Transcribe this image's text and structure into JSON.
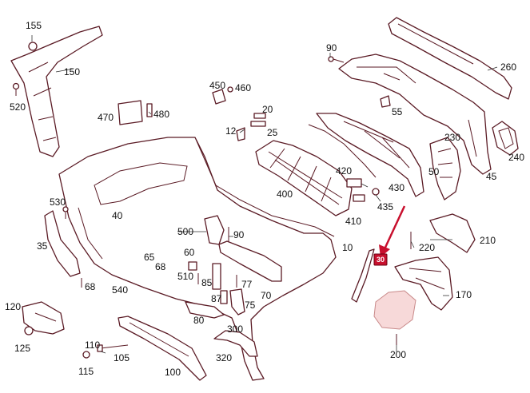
{
  "diagram": {
    "labels": [
      {
        "id": "155",
        "text": "155"
      },
      {
        "id": "150",
        "text": "150"
      },
      {
        "id": "520",
        "text": "520"
      },
      {
        "id": "90a",
        "text": "90"
      },
      {
        "id": "260",
        "text": "260"
      },
      {
        "id": "450",
        "text": "450"
      },
      {
        "id": "460",
        "text": "460"
      },
      {
        "id": "470",
        "text": "470"
      },
      {
        "id": "480",
        "text": "480"
      },
      {
        "id": "20",
        "text": "20"
      },
      {
        "id": "55",
        "text": "55"
      },
      {
        "id": "12",
        "text": "12"
      },
      {
        "id": "25",
        "text": "25"
      },
      {
        "id": "230",
        "text": "230"
      },
      {
        "id": "240",
        "text": "240"
      },
      {
        "id": "50",
        "text": "50"
      },
      {
        "id": "45",
        "text": "45"
      },
      {
        "id": "420",
        "text": "420"
      },
      {
        "id": "430",
        "text": "430"
      },
      {
        "id": "400",
        "text": "400"
      },
      {
        "id": "435",
        "text": "435"
      },
      {
        "id": "410",
        "text": "410"
      },
      {
        "id": "530",
        "text": "530"
      },
      {
        "id": "40",
        "text": "40"
      },
      {
        "id": "35",
        "text": "35"
      },
      {
        "id": "500",
        "text": "500"
      },
      {
        "id": "90b",
        "text": "90"
      },
      {
        "id": "10",
        "text": "10"
      },
      {
        "id": "220",
        "text": "220"
      },
      {
        "id": "210",
        "text": "210"
      },
      {
        "id": "65",
        "text": "65"
      },
      {
        "id": "68a",
        "text": "68"
      },
      {
        "id": "60",
        "text": "60"
      },
      {
        "id": "510",
        "text": "510"
      },
      {
        "id": "85",
        "text": "85"
      },
      {
        "id": "77",
        "text": "77"
      },
      {
        "id": "70",
        "text": "70"
      },
      {
        "id": "68b",
        "text": "68"
      },
      {
        "id": "540",
        "text": "540"
      },
      {
        "id": "170",
        "text": "170"
      },
      {
        "id": "120",
        "text": "120"
      },
      {
        "id": "87",
        "text": "87"
      },
      {
        "id": "75",
        "text": "75"
      },
      {
        "id": "80",
        "text": "80"
      },
      {
        "id": "300",
        "text": "300"
      },
      {
        "id": "125",
        "text": "125"
      },
      {
        "id": "110",
        "text": "110"
      },
      {
        "id": "105",
        "text": "105"
      },
      {
        "id": "320",
        "text": "320"
      },
      {
        "id": "200",
        "text": "200"
      },
      {
        "id": "115",
        "text": "115"
      },
      {
        "id": "100",
        "text": "100"
      }
    ],
    "callout": {
      "text": "30",
      "color": "#c8102e"
    },
    "colors": {
      "line": "#5a1a24",
      "highlight": "#c8102e"
    }
  }
}
